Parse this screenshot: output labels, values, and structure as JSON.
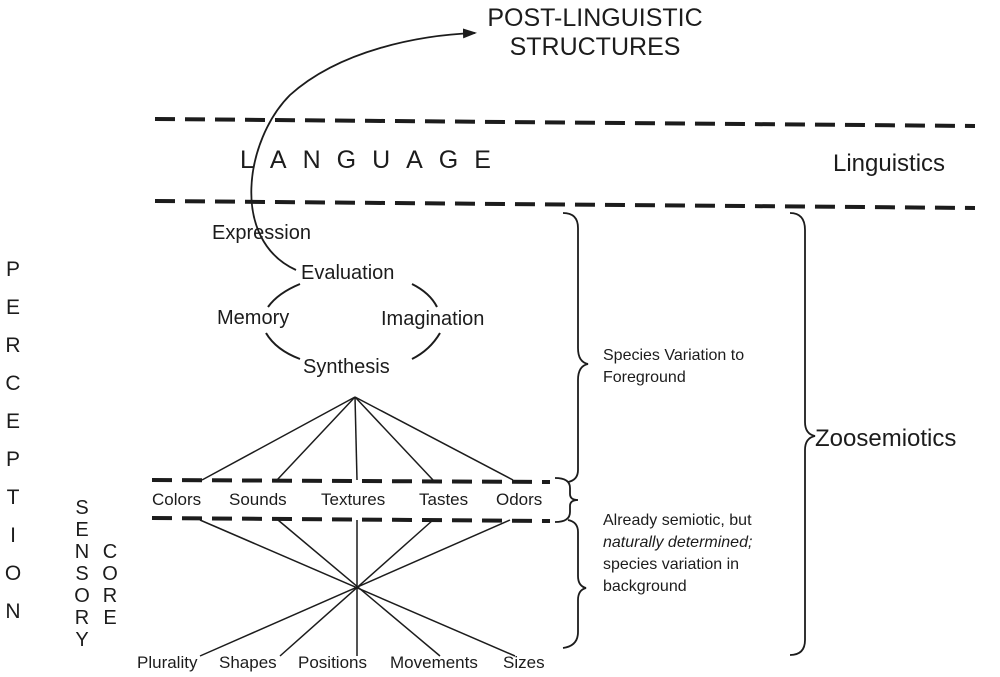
{
  "title": {
    "line1": "POST-LINGUISTIC",
    "line2": "STRUCTURES"
  },
  "language_label": "LANGUAGE",
  "linguistics_label": "Linguistics",
  "zoosemiotics_label": "Zoosemiotics",
  "perception_label": "PERCEPTION",
  "sensory_label": "SENSORY",
  "core_label": "CORE",
  "cognitive": {
    "expression": "Expression",
    "evaluation": "Evaluation",
    "memory": "Memory",
    "imagination": "Imagination",
    "synthesis": "Synthesis"
  },
  "senses": [
    "Colors",
    "Sounds",
    "Textures",
    "Tastes",
    "Odors"
  ],
  "properties": [
    "Plurality",
    "Shapes",
    "Positions",
    "Movements",
    "Sizes"
  ],
  "notes": {
    "species_variation": "Species Variation to Foreground",
    "semiotic_pre": "Already semiotic, but ",
    "semiotic_em": "naturally determined;",
    "semiotic_post": " species variation in background"
  },
  "colors": {
    "ink": "#1c1c1c",
    "background": "#ffffff"
  }
}
